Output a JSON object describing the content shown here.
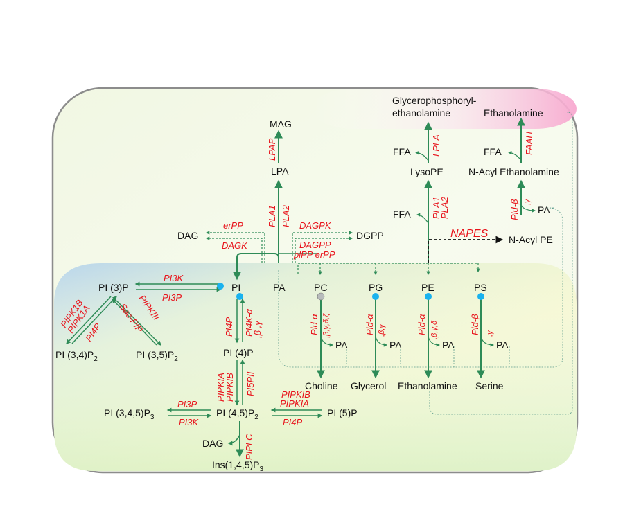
{
  "metabolites": {
    "mag": "MAG",
    "lpa": "LPA",
    "dag_top": "DAG",
    "dgpp": "DGPP",
    "pa_center": "PA",
    "pi": "PI",
    "pi3p": "PI (3)P",
    "pi34p2": "PI (3,4)P",
    "pi34p2_sub": "2",
    "pi35p2": "PI (3,5)P",
    "pi35p2_sub": "2",
    "pi4p": "PI (4)P",
    "pi45p2": "PI (4,5)P",
    "pi45p2_sub": "2",
    "pi345p3": "PI (3,4,5)P",
    "pi345p3_sub": "3",
    "pi5p": "PI (5)P",
    "dag_bottom": "DAG",
    "ins145p3": "Ins(1,4,5)P",
    "ins145p3_sub": "3",
    "pc": "PC",
    "pg": "PG",
    "pe": "PE",
    "ps": "PS",
    "pa_pc": "PA",
    "pa_pg": "PA",
    "pa_pe": "PA",
    "pa_ps": "PA",
    "choline": "Choline",
    "glycerol": "Glycerol",
    "ethanolamine_bottom": "Ethanolamine",
    "serine": "Serine",
    "gpe_line1": "Glycerophosphoryl-",
    "gpe_line2": "ethanolamine",
    "ethanolamine_top": "Ethanolamine",
    "ffa_1": "FFA",
    "ffa_2": "FFA",
    "ffa_3": "FFA",
    "lysope": "LysoPE",
    "nae": "N-Acyl Ethanolamine",
    "pa_nae": "PA",
    "nape": "N-Acyl PE"
  },
  "enzymes": {
    "lpap": "LPAP",
    "pla1_center": "PLA1",
    "pla2_center": "PLA2",
    "erpp_left": "erPP",
    "dagk": "DAGK",
    "dagpk": "DAGPK",
    "dagpp": "DAGPP",
    "plpp_erpp": "plPP erPP",
    "pi3k_top": "PI3K",
    "pi3p_top": "PI3P",
    "pipk1b": "PIPK1B",
    "pipk1a": "PIPK1A",
    "pi4p_left": "PI4P",
    "sac_pip": "Sac-PIP",
    "pipkiii": "PIPKIII",
    "pi4p_mid": "PI4P",
    "pi4k": "PI4K-α",
    "pi4k_sub": ",β ,γ",
    "pipkia_mid": "PIPKIA",
    "pipkib_mid": "PIPKIB",
    "pi5pii": "PI5PII",
    "pi3p_bottom": "PI3P",
    "pi3k_bottom": "PI3K",
    "pipkib_right": "PIPKIB",
    "pipkia_right": "PIPKIA",
    "pi4p_right": "PI4P",
    "piplc": "PIPLC",
    "pld_pc": "Pld-α",
    "pld_pc_sub": ",β,γ,δ,ζ",
    "pld_pg": "Pld-α",
    "pld_pg_sub": ",β,γ",
    "pld_pe": "Pld-α",
    "pld_pe_sub": ",β,γ,δ",
    "pld_ps": "Pld-β",
    "pld_ps_sub": ",γ",
    "pla1_right": "PLA1",
    "pla2_right": "PLA2",
    "lpla": "LPLA",
    "faah": "FAAH",
    "pld_nape": "Pld-β",
    "pld_nape_sub": ",γ",
    "napes": "NAPES"
  },
  "colors": {
    "arrow_green": "#2e8b57",
    "enzyme_red": "#e8141c",
    "node_blue": "#1ab2ee",
    "node_gray": "#b8bcbc",
    "frame_gray": "#8c8c8c"
  }
}
